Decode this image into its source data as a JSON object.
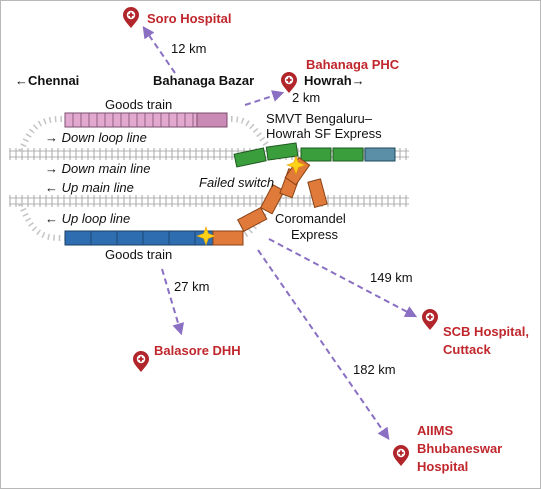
{
  "colors": {
    "hospital_text": "#c0272d",
    "pin": "#b1262b",
    "route_arrow": "#8a6fc2",
    "goods_top": "#e2a8cf",
    "goods_bottom": "#2f6db1",
    "express_green": "#3a9e3c",
    "coromandel_orange": "#e07a3a",
    "spark": "#ffd21a"
  },
  "icons": {
    "hospital_pin": "map-pin-icon",
    "spark": "collision-spark-icon"
  },
  "hospitals": {
    "soro": "Soro Hospital",
    "bahanaga_phc": "Bahanaga PHC",
    "balasore_dhh": "Balasore DHH",
    "scb_line1": "SCB Hospital,",
    "scb_line2": "Cuttack",
    "aiims_line1": "AIIMS",
    "aiims_line2": "Bhubaneswar",
    "aiims_line3": "Hospital"
  },
  "distances": {
    "soro": "12 km",
    "bahanaga_phc": "2 km",
    "balasore_dhh": "27 km",
    "scb": "149 km",
    "aiims": "182 km"
  },
  "directions": {
    "chennai": "←Chennai",
    "bahanaga_bazar": "Bahanaga Bazar",
    "howrah": "Howrah→"
  },
  "tracks": {
    "down_loop": "→ Down loop line",
    "down_main": "→ Down main line",
    "up_main": "← Up main line",
    "up_loop": "← Up loop line"
  },
  "trains": {
    "goods_top": "Goods train",
    "goods_bottom": "Goods train",
    "smvt_line1": "SMVT Bengaluru–",
    "smvt_line2": "Howrah SF Express",
    "coromandel_line1": "Coromandel",
    "coromandel_line2": "Express",
    "failed_switch": "Failed switch"
  }
}
